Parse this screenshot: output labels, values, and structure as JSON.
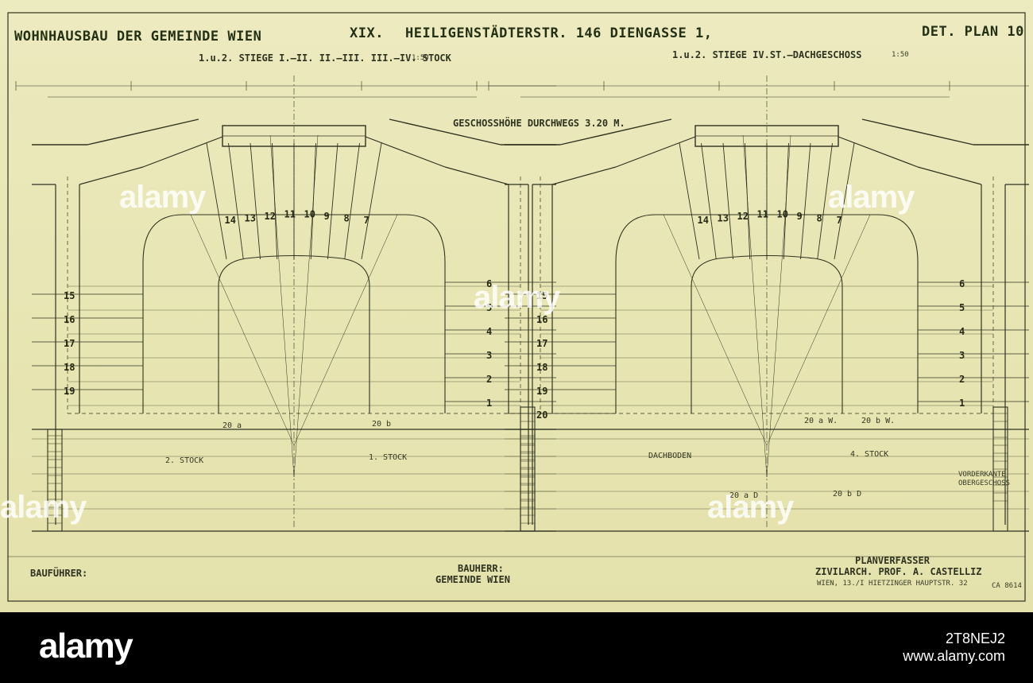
{
  "sheet": {
    "title_left": "WOHNHAUSBAU DER GEMEINDE WIEN",
    "title_district": "XIX.",
    "title_address": "HEILIGENSTÄDTERSTR. 146 DIENGASSE 1,",
    "plan_number": "DET. PLAN 10",
    "subtitle_left": "1.u.2. STIEGE I.–II. II.–III. III.–IV. STOCK",
    "scale_left": "1:50",
    "subtitle_right": "1.u.2. STIEGE IV.ST.–DACHGESCHOSS",
    "scale_right": "1:50",
    "floor_height_note": "GESCHOSSHÖHE DURCHWEGS 3.20 M."
  },
  "stair_left": {
    "upper_steps": [
      "14",
      "13",
      "12",
      "11",
      "10",
      "9",
      "8",
      "7"
    ],
    "left_steps": [
      "15",
      "16",
      "17",
      "18",
      "19"
    ],
    "right_steps": [
      "6",
      "5",
      "4",
      "3",
      "2",
      "1"
    ],
    "landing_left": "20 a",
    "landing_right": "20 b",
    "floor_left": "2. STOCK",
    "floor_right": "1. STOCK"
  },
  "stair_right": {
    "upper_steps": [
      "14",
      "13",
      "12",
      "11",
      "10",
      "9",
      "8",
      "7"
    ],
    "left_steps": [
      "15",
      "16",
      "17",
      "18",
      "19",
      "20"
    ],
    "right_steps": [
      "6",
      "5",
      "4",
      "3",
      "2",
      "1"
    ],
    "landing_left": "20 a W.",
    "landing_right": "20 b W.",
    "floor_left": "DACHBODEN",
    "floor_right": "4. STOCK",
    "landing_lower_left": "20 a D",
    "landing_lower_right": "20 b D",
    "side_note": "VORDERKANTE OBERGESCHOSS"
  },
  "footer_block": {
    "builder_label": "BAUFÜHRER:",
    "client_label": "BAUHERR:",
    "client_name": "GEMEINDE WIEN",
    "author_label": "PLANVERFASSER",
    "author_name": "ZIVILARCH. PROF. A. CASTELLIZ",
    "author_address": "WIEN, 13./I HIETZINGER HAUPTSTR. 32",
    "corner_mark": "CA 8614"
  },
  "watermark": {
    "text": "alamy",
    "image_id": "2T8NEJ2",
    "site": "www.alamy.com"
  },
  "colors": {
    "paper": "#e8e6b4",
    "ink": "#2a2e18",
    "footer": "#000000"
  }
}
